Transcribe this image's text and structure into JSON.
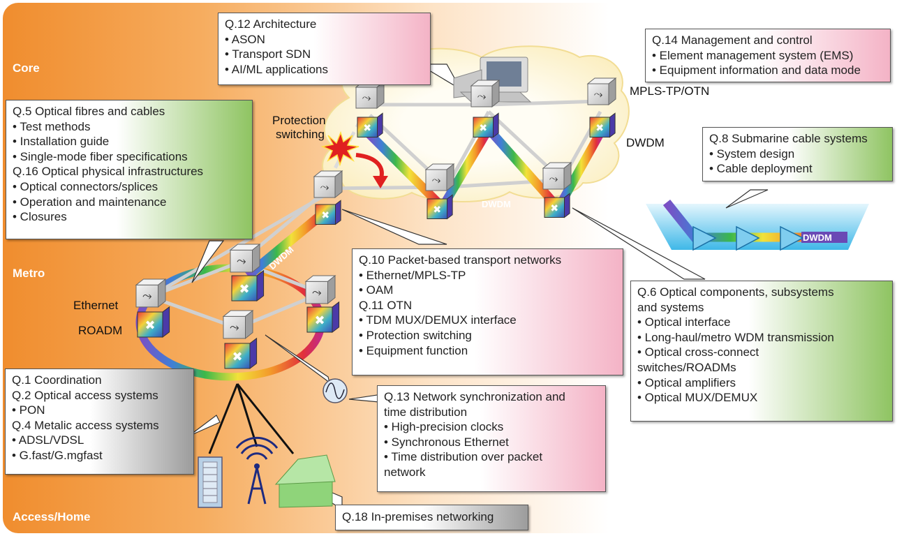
{
  "zones": {
    "core": "Core",
    "metro": "Metro",
    "access": "Access/Home"
  },
  "labels": {
    "protection_1": "Protection",
    "protection_2": "switching",
    "mpls": "MPLS-TP/OTN",
    "dwdm_core": "DWDM",
    "ethernet": "Ethernet",
    "roadm": "ROADM",
    "dwdm_metro": "DWDM",
    "dwdm_core_ring": "DWDM",
    "dwdm_sub": "DWDM"
  },
  "callouts": {
    "q12": {
      "lines": [
        "Q.12 Architecture",
        "• ASON",
        "• Transport SDN",
        "• AI/ML applications"
      ]
    },
    "q14": {
      "lines": [
        "Q.14 Management and control",
        "• Element management system (EMS)",
        "• Equipment information and data mode"
      ]
    },
    "q5": {
      "lines": [
        "Q.5 Optical fibres and cables",
        "• Test methods",
        "• Installation guide",
        "• Single-mode fiber specifications",
        "Q.16 Optical physical infrastructures",
        "• Optical connectors/splices",
        "• Operation and maintenance",
        "• Closures"
      ]
    },
    "q8": {
      "lines": [
        "Q.8 Submarine cable systems",
        "• System design",
        "• Cable deployment"
      ]
    },
    "q10": {
      "lines": [
        "Q.10 Packet-based transport networks",
        "• Ethernet/MPLS-TP",
        "• OAM",
        "Q.11 OTN",
        "• TDM MUX/DEMUX interface",
        "• Protection switching",
        "• Equipment function"
      ]
    },
    "q6": {
      "lines": [
        "Q.6 Optical components, subsystems",
        "and systems",
        "• Optical interface",
        "• Long-haul/metro WDM transmission",
        "• Optical cross-connect",
        "   switches/ROADMs",
        "• Optical amplifiers",
        "• Optical MUX/DEMUX"
      ]
    },
    "q1": {
      "lines": [
        "Q.1 Coordination",
        "Q.2 Optical access systems",
        "• PON",
        "Q.4 Metalic access systems",
        "• ADSL/VDSL",
        "• G.fast/G.mgfast"
      ]
    },
    "q13": {
      "lines": [
        "Q.13 Network synchronization and",
        "time distribution",
        "• High-precision clocks",
        "• Synchronous Ethernet",
        "• Time distribution over packet",
        "   network"
      ]
    },
    "q18": {
      "lines": [
        "Q.18 In-premises networking"
      ]
    }
  },
  "icons": [
    "packet-switch-icon",
    "roadm-icon",
    "computer-icon",
    "amplifier-icon",
    "clock-icon",
    "server-rack-icon",
    "wireless-antenna-icon",
    "house-icon",
    "fault-burst-icon"
  ],
  "colors": {
    "orange": "#f39a3e",
    "pink_callout": "#f4b3c6",
    "green_callout": "#8fc462",
    "gray_callout": "#9c9c9c",
    "submarine": "#59c6ee",
    "dwdm_purple": "#6a49b5"
  }
}
